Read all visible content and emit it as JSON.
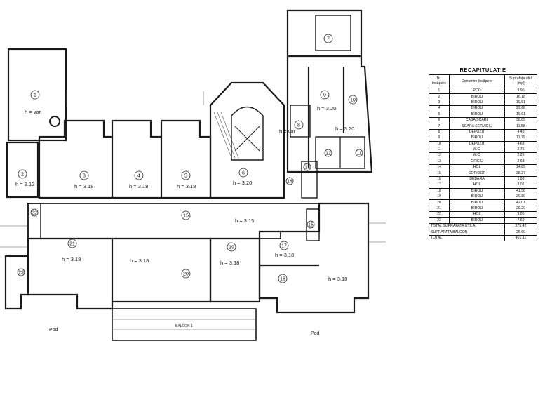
{
  "rooms": [
    {
      "n": "1",
      "h": "h = var"
    },
    {
      "n": "2",
      "h": "h = 3.12"
    },
    {
      "n": "3",
      "h": "h = 3.18"
    },
    {
      "n": "4",
      "h": "h = 3.18"
    },
    {
      "n": "5",
      "h": "h = 3.18"
    },
    {
      "n": "6",
      "h": "h = 3.20"
    },
    {
      "n": "7",
      "h": ""
    },
    {
      "n": "8",
      "h": "h = var"
    },
    {
      "n": "9",
      "h": "h = 3.20"
    },
    {
      "n": "10",
      "h": ""
    },
    {
      "n": "11",
      "h": ""
    },
    {
      "n": "12",
      "h": ""
    },
    {
      "n": "13",
      "h": ""
    },
    {
      "n": "14",
      "h": ""
    },
    {
      "n": "15",
      "h": "h = 3.15"
    },
    {
      "n": "16",
      "h": ""
    },
    {
      "n": "17",
      "h": "h = 3.18"
    },
    {
      "n": "18",
      "h": "h = 3.18"
    },
    {
      "n": "19",
      "h": "h = 3.18"
    },
    {
      "n": "20",
      "h": "h = 3.18"
    },
    {
      "n": "21",
      "h": "h = 3.18"
    },
    {
      "n": "22",
      "h": ""
    },
    {
      "n": "23",
      "h": ""
    }
  ],
  "extra_labels": {
    "room9_h2": "h = 3.20",
    "pod_left": "Pod",
    "pod_right": "Pod",
    "balcon": "BALCON 1"
  },
  "recap": {
    "title": "RECAPITULATIE",
    "headers": [
      "Nr. încăpere",
      "Denumire încăpere",
      "Suprafaţa utilă [mp]"
    ],
    "rows": [
      [
        "1",
        "POD",
        "9.90"
      ],
      [
        "2",
        "BIROU",
        "16.18"
      ],
      [
        "3",
        "BIROU",
        "19.51"
      ],
      [
        "4",
        "BIROU",
        "29.68"
      ],
      [
        "5",
        "BIROU",
        "19.61"
      ],
      [
        "6",
        "CASA SCARII",
        "36.85"
      ],
      [
        "7",
        "SCARA SERVICIU",
        "11.58"
      ],
      [
        "8",
        "DEPOZIT",
        "4.45"
      ],
      [
        "9",
        "BIROU",
        "11.79"
      ],
      [
        "10",
        "DEPOZIT",
        "4.68"
      ],
      [
        "11",
        "W.C.",
        "2.76"
      ],
      [
        "12",
        "W.C.",
        "2.26"
      ],
      [
        "13",
        "OFICIU",
        "2.68"
      ],
      [
        "14",
        "HOL",
        "14.85"
      ],
      [
        "15",
        "CORIDOR",
        "38.27"
      ],
      [
        "16",
        "DEBARA",
        "1.98"
      ],
      [
        "17",
        "HOL",
        "8.01"
      ],
      [
        "18",
        "BIROU",
        "41.58"
      ],
      [
        "19",
        "BIROU",
        "20.80"
      ],
      [
        "20",
        "BIROU",
        "42.01"
      ],
      [
        "21",
        "BIROU",
        "29.20"
      ],
      [
        "22",
        "HOL",
        "9.05"
      ],
      [
        "23",
        "BIROU",
        "7.69"
      ]
    ],
    "totals": [
      [
        "TOTAL SUPRAFATA UTILA",
        "375.42"
      ],
      [
        "SUPRAFATA BALCON",
        "25.69"
      ],
      [
        "TOTAL",
        "401.11"
      ]
    ]
  }
}
